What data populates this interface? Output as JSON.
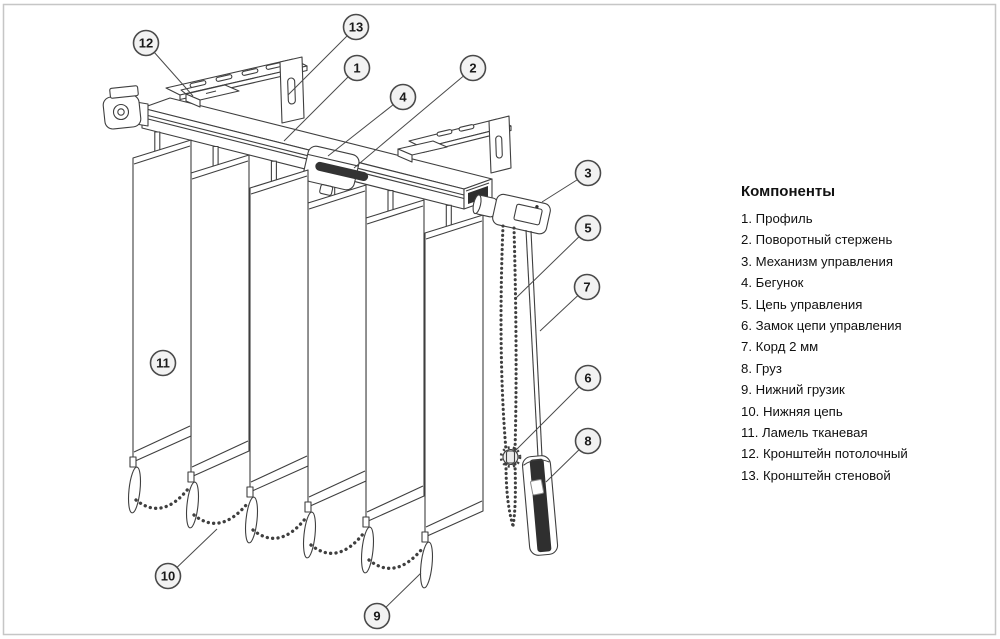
{
  "legend": {
    "title": "Компоненты",
    "items": [
      "1. Профиль",
      "2. Поворотный стержень",
      "3. Механизм управления",
      "4. Бегунок",
      "5. Цепь управления",
      "6. Замок цепи управления",
      "7. Корд 2 мм",
      "8. Груз",
      "9. Нижний грузик",
      "10. Нижняя цепь",
      "11. Ламель тканевая",
      "12. Кронштейн потолочный",
      "13. Кронштейн стеновой"
    ]
  },
  "callouts": {
    "n1": "1",
    "n2": "2",
    "n3": "3",
    "n4": "4",
    "n5": "5",
    "n6": "6",
    "n7": "7",
    "n8": "8",
    "n9": "9",
    "n10": "10",
    "n11": "11",
    "n12": "12",
    "n13": "13"
  },
  "colors": {
    "line": "#3f3f3f",
    "frame": "#c6c6c6",
    "callout_fill": "#f2f2f2",
    "weight_body_dark": "#2f2f2f",
    "background": "#ffffff"
  }
}
